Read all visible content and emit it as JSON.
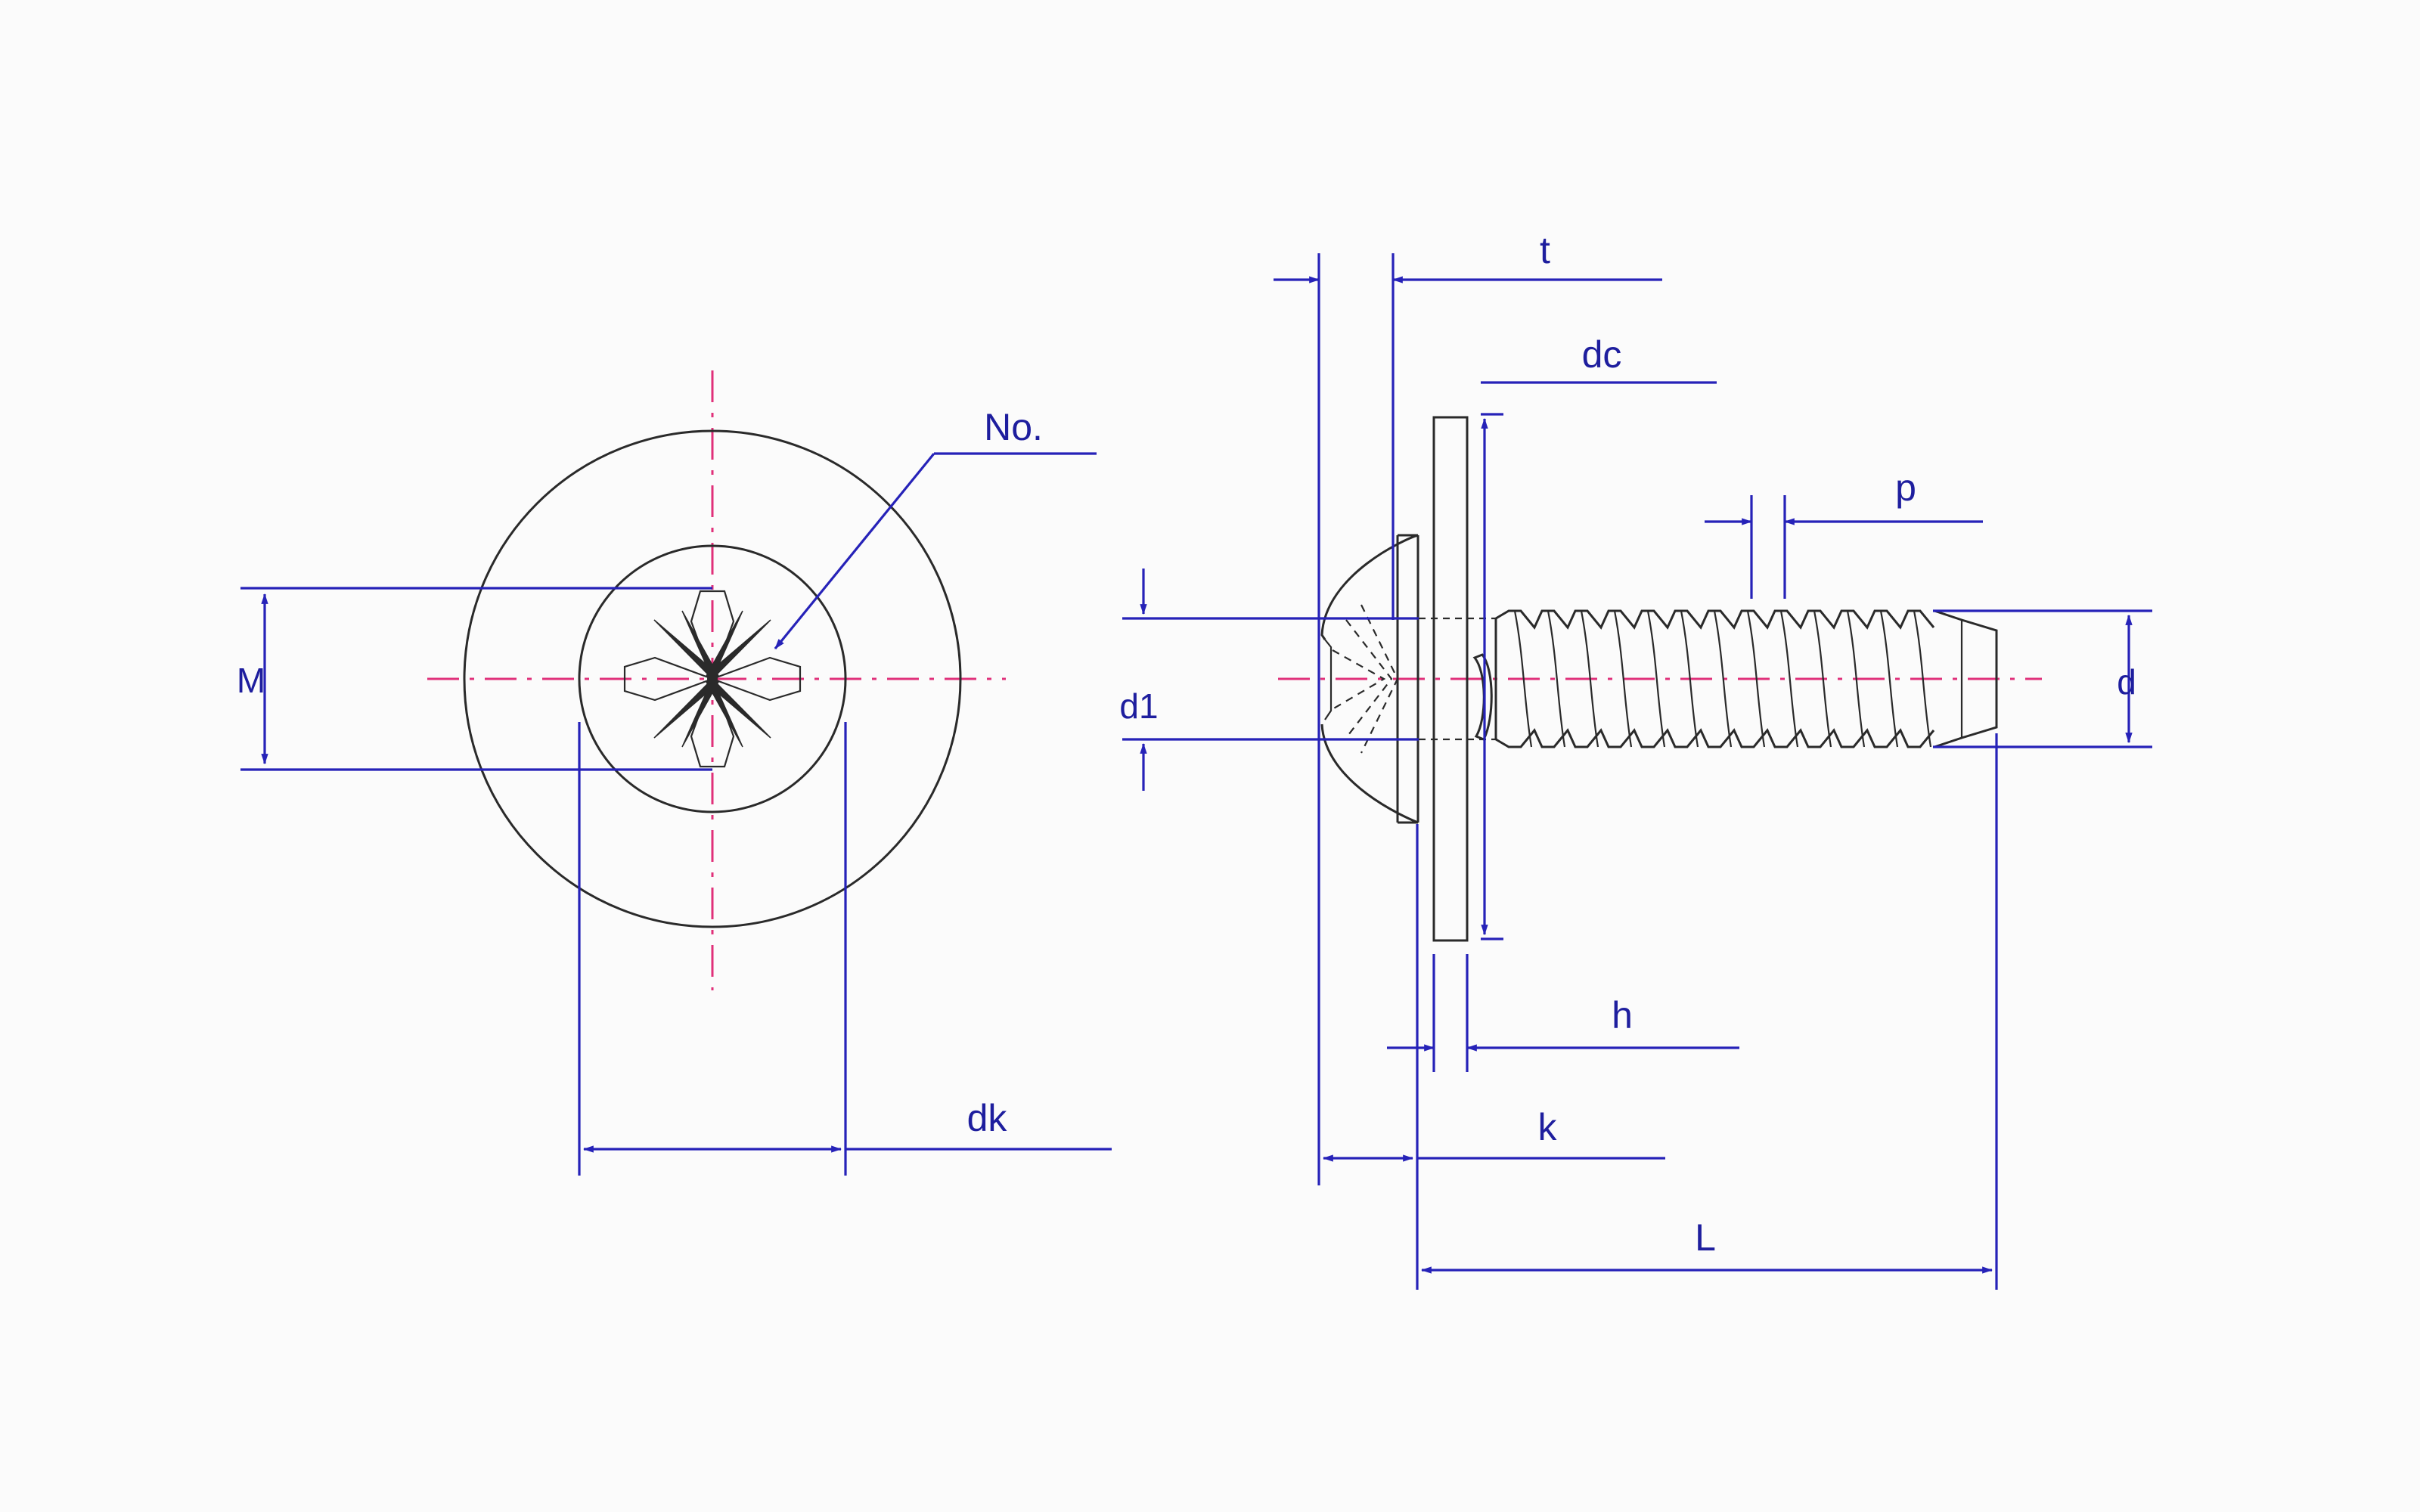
{
  "diagram": {
    "background": "#fbfbfb",
    "colors": {
      "outline": "#2a2a2a",
      "dimension": "#2622b8",
      "centerline": "#e0307a",
      "label": "#1e1e9e"
    },
    "labels": {
      "M": "M",
      "No": "No.",
      "dk": "dk",
      "t": "t",
      "dc": "dc",
      "p": "p",
      "d1": "d1",
      "d": "d",
      "h": "h",
      "k": "k",
      "L": "L"
    }
  }
}
